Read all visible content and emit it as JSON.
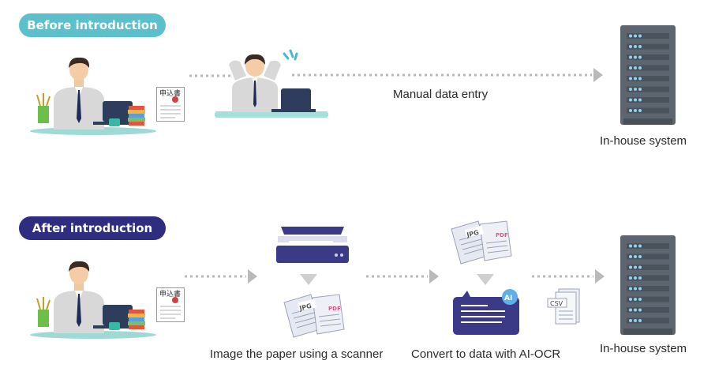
{
  "before": {
    "badge": "Before introduction",
    "form_label": "申込書",
    "step_label": "Manual data entry",
    "system_label": "In-house system"
  },
  "after": {
    "badge": "After introduction",
    "form_label": "申込書",
    "scanner_label": "Image the paper using a scanner",
    "ocr_label": "Convert to data with AI-OCR",
    "system_label": "In-house system",
    "file_tags": {
      "jpg": "JPG",
      "pdf": "PDF",
      "ai": "AI",
      "csv": "CSV"
    }
  },
  "colors": {
    "before_badge": "#5bc0cc",
    "after_badge": "#2e2d7f",
    "arrow": "#b9b9b9",
    "server": "#5c6570",
    "scanner": "#3b3a87"
  }
}
